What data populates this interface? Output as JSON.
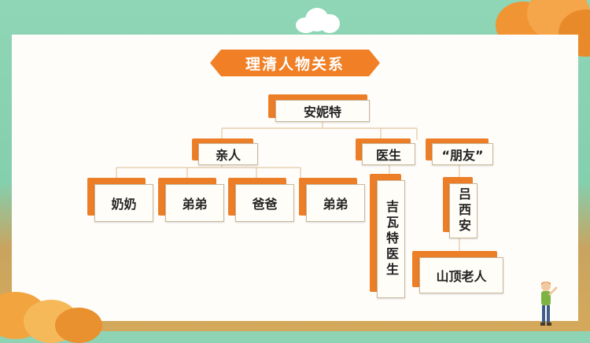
{
  "title": "理清人物关系",
  "root": "安妮特",
  "branches": {
    "family": "亲人",
    "doctor": "医生",
    "friends": "“朋友”"
  },
  "family_members": [
    "奶奶",
    "弟弟",
    "爸爸",
    "弟弟"
  ],
  "doctor_name": "吉瓦特医生",
  "friend": "吕西安",
  "friend_child": "山顶老人",
  "colors": {
    "accent": "#ed7e28",
    "background": "#8fd3b5",
    "card": "#fffdfa"
  }
}
